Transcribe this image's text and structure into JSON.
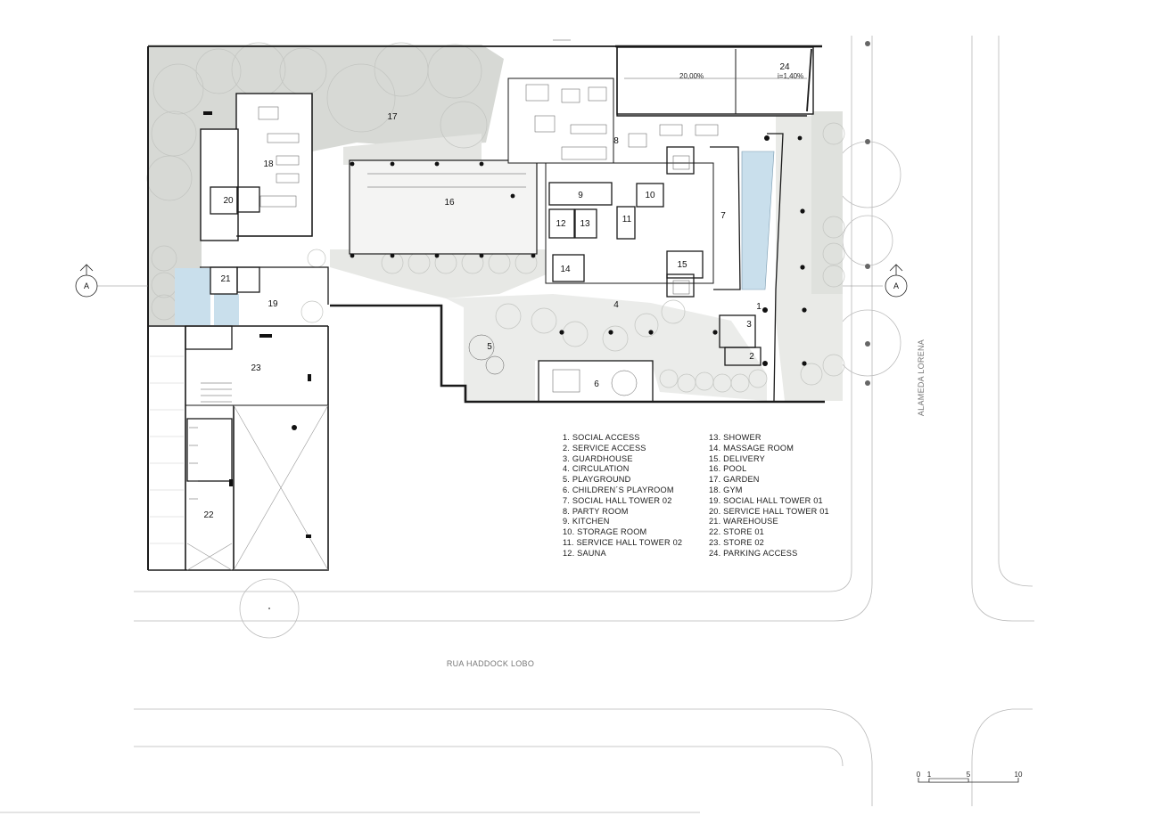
{
  "rooms": [
    {
      "num": "1"
    },
    {
      "num": "2"
    },
    {
      "num": "3"
    },
    {
      "num": "4"
    },
    {
      "num": "5"
    },
    {
      "num": "6"
    },
    {
      "num": "7"
    },
    {
      "num": "8"
    },
    {
      "num": "9"
    },
    {
      "num": "10"
    },
    {
      "num": "11"
    },
    {
      "num": "12"
    },
    {
      "num": "13"
    },
    {
      "num": "14"
    },
    {
      "num": "15"
    },
    {
      "num": "16"
    },
    {
      "num": "17"
    },
    {
      "num": "18"
    },
    {
      "num": "19"
    },
    {
      "num": "20"
    },
    {
      "num": "21"
    },
    {
      "num": "22"
    },
    {
      "num": "23"
    },
    {
      "num": "24"
    }
  ],
  "legend_left": [
    "1. SOCIAL ACCESS",
    "2. SERVICE ACCESS",
    "3. GUARDHOUSE",
    "4. CIRCULATION",
    "5. PLAYGROUND",
    "6. CHILDREN´S PLAYROOM",
    "7. SOCIAL HALL TOWER 02",
    "8. PARTY ROOM",
    "9. KITCHEN",
    "10. STORAGE ROOM",
    "11. SERVICE HALL TOWER 02",
    "12. SAUNA"
  ],
  "legend_right": [
    "13. SHOWER",
    "14. MASSAGE ROOM",
    "15. DELIVERY",
    "16. POOL",
    "17. GARDEN",
    "18. GYM",
    "19. SOCIAL HALL TOWER 01",
    "20. SERVICE HALL TOWER 01",
    "21. WAREHOUSE",
    "22. STORE 01",
    "23. STORE 02",
    "24. PARKING ACCESS"
  ],
  "streets": {
    "south": "RUA HADDOCK LOBO",
    "east": "ALAMEDA LORENA"
  },
  "section_marker": "A",
  "ramp_labels": [
    "20,00%",
    "i=1,40%"
  ],
  "scale_bar": [
    "0",
    "1",
    "5",
    "10"
  ],
  "colors": {
    "wall": "#1a1a1a",
    "garden": "#d7d9d5",
    "paving": "#e8e9e7",
    "pool": "#c9dfec",
    "tree_line": "#8a8a8a"
  }
}
